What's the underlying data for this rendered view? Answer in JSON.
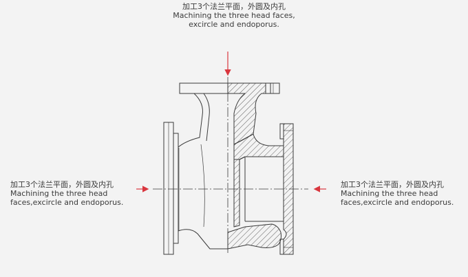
{
  "captions": {
    "top": {
      "zh": "加工3个法兰平面，外圆及内孔",
      "en1": "Machining the three head faces,",
      "en2": "excircle and endoporus."
    },
    "left": {
      "zh": "加工3个法兰平面，外圆及内孔",
      "en1": "Machining the three head",
      "en2": "faces,excircle and endoporus."
    },
    "right": {
      "zh": "加工3个法兰平面，外圆及内孔",
      "en1": "Machining the three head",
      "en2": "faces,excircle and endoporus."
    }
  },
  "colors": {
    "background": "#f3f3f3",
    "line": "#3a3a3a",
    "arrow": "#d9363e"
  }
}
